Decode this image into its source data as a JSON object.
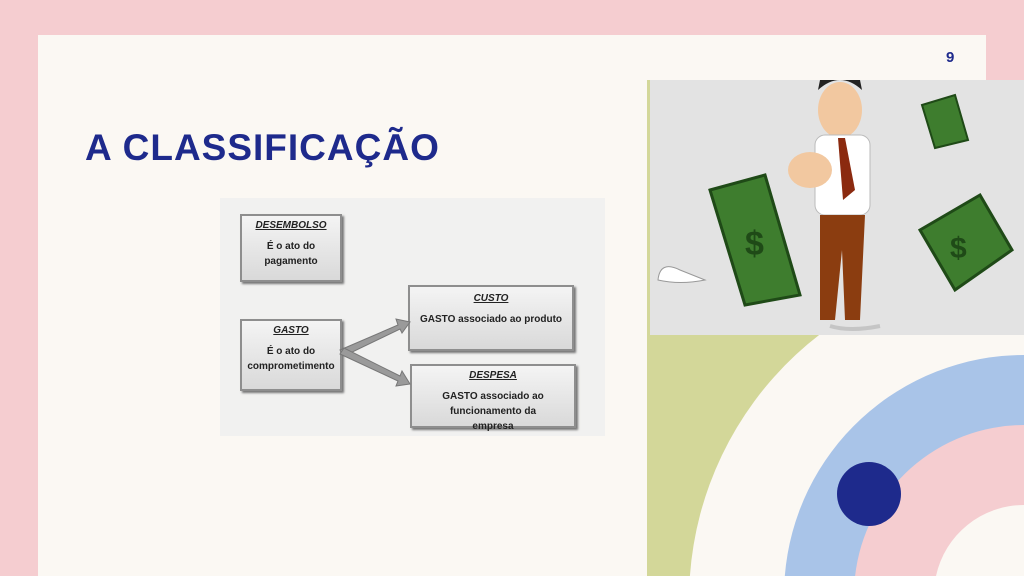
{
  "slide": {
    "number": "9",
    "title": "A CLASSIFICAÇÃO"
  },
  "diagram": {
    "desembolso": {
      "heading": "DESEMBOLSO",
      "text": "É o ato do pagamento"
    },
    "gasto": {
      "heading": "GASTO",
      "text": "É o ato do comprometimento"
    },
    "custo": {
      "heading": "CUSTO",
      "text": "GASTO associado ao produto"
    },
    "despesa": {
      "heading": "DESPESA",
      "text": "GASTO associado ao funcionamento da empresa"
    }
  },
  "colors": {
    "accent": "#1e2a8c",
    "pink": "#f5cdd0",
    "blue": "#a9c4e8",
    "green": "#d3d799",
    "cream": "#fbf8f3"
  }
}
